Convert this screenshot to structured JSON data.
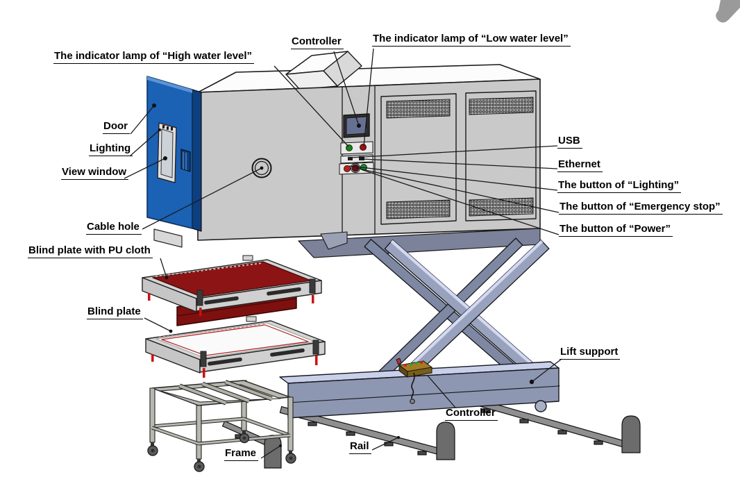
{
  "labels": {
    "high_water_lamp": "The indicator lamp of “High water level”",
    "controller_top": "Controller",
    "low_water_lamp": "The indicator lamp of “Low water level”",
    "door": "Door",
    "lighting": "Lighting",
    "view_window": "View window",
    "cable_hole": "Cable hole",
    "usb": "USB",
    "ethernet": "Ethernet",
    "button_lighting": "The button of “Lighting”",
    "button_emergency_stop": "The button of “Emergency stop”",
    "button_power": "The button of “Power”",
    "blind_plate_pu": "Blind plate with PU cloth",
    "blind_plate": "Blind plate",
    "lift_support": "Lift support",
    "controller_pendant": "Controller",
    "rail": "Rail",
    "frame": "Frame"
  },
  "callouts": [
    {
      "label": "high_water_lamp",
      "target": "green-indicator-lamp"
    },
    {
      "label": "controller_top",
      "target": "controller-screen"
    },
    {
      "label": "low_water_lamp",
      "target": "red-indicator-lamp"
    },
    {
      "label": "door",
      "target": "chamber-door"
    },
    {
      "label": "lighting",
      "target": "door-window-lighting"
    },
    {
      "label": "view_window",
      "target": "door-view-window"
    },
    {
      "label": "cable_hole",
      "target": "cable-hole"
    },
    {
      "label": "usb",
      "target": "usb-port"
    },
    {
      "label": "ethernet",
      "target": "ethernet-port"
    },
    {
      "label": "button_lighting",
      "target": "lighting-button"
    },
    {
      "label": "button_emergency_stop",
      "target": "emergency-stop-button"
    },
    {
      "label": "button_power",
      "target": "power-button"
    },
    {
      "label": "blind_plate_pu",
      "target": "blind-plate-with-pu-cloth"
    },
    {
      "label": "blind_plate",
      "target": "blind-plate"
    },
    {
      "label": "lift_support",
      "target": "lift-support-base"
    },
    {
      "label": "controller_pendant",
      "target": "pendant-controller"
    },
    {
      "label": "rail",
      "target": "floor-rail"
    },
    {
      "label": "frame",
      "target": "frame-cart"
    }
  ],
  "colors": {
    "door_blue": "#1b61b4",
    "door_side_blue": "#0e3f80",
    "body_gray": "#c9c9c9",
    "machine_base_gray": "#7b8299",
    "lift_beam_gray": "#99a2bc",
    "lift_highlight": "#d3d9f2",
    "pu_cloth_red": "#8d1414",
    "lamp_green": "#1e7d1e",
    "lamp_red": "#9c1313",
    "button_red": "#b42222",
    "button_dark_red": "#6e0e0e",
    "button_green": "#1e8c2e",
    "rail_gray": "#8f8f8f"
  }
}
